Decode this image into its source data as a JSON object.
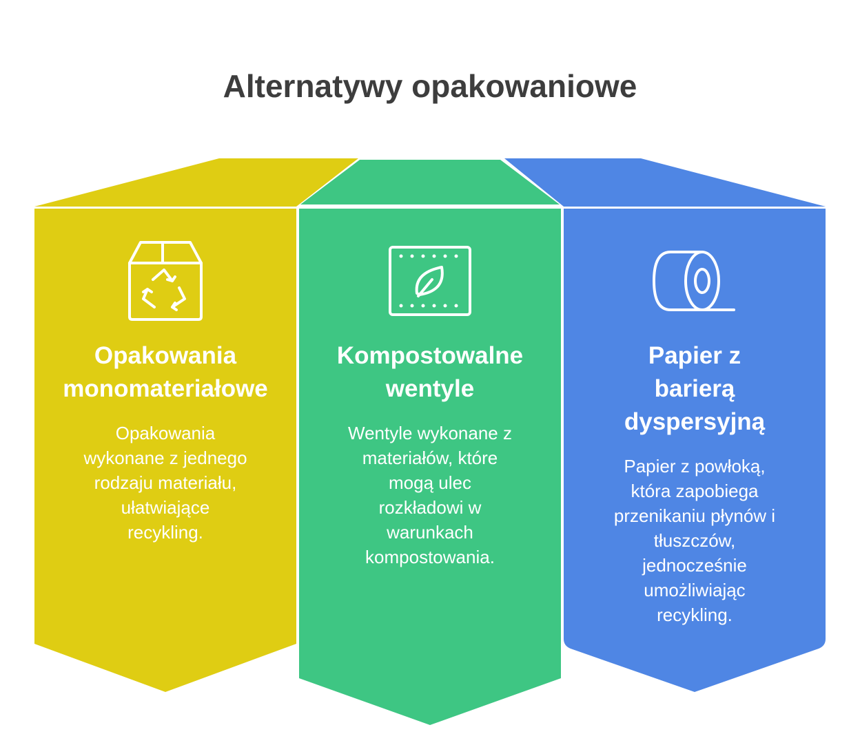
{
  "title": "Alternatywy opakowaniowe",
  "colors": {
    "yellow": "#dfcd13",
    "green": "#3ec683",
    "blue": "#4f86e4",
    "title": "#3d3d3d"
  },
  "items": [
    {
      "heading": [
        "Opakowania",
        "monomateriałowe"
      ],
      "text": [
        "Opakowania",
        "wykonane z jednego",
        "rodzaju materiału,",
        "ułatwiające",
        "recykling."
      ],
      "icon": "recycle-box-icon"
    },
    {
      "heading": [
        "Kompostowalne",
        "wentyle"
      ],
      "text": [
        "Wentyle wykonane z",
        "materiałów, które",
        "mogą ulec",
        "rozkładowi w",
        "warunkach",
        "kompostowania."
      ],
      "icon": "leaf-film-icon"
    },
    {
      "heading": [
        "Papier z",
        "barierą",
        "dyspersyjną"
      ],
      "text": [
        "Papier z powłoką,",
        "która zapobiega",
        "przenikaniu płynów i",
        "tłuszczów,",
        "jednocześnie",
        "umożliwiając",
        "recykling."
      ],
      "icon": "paper-roll-icon"
    }
  ]
}
